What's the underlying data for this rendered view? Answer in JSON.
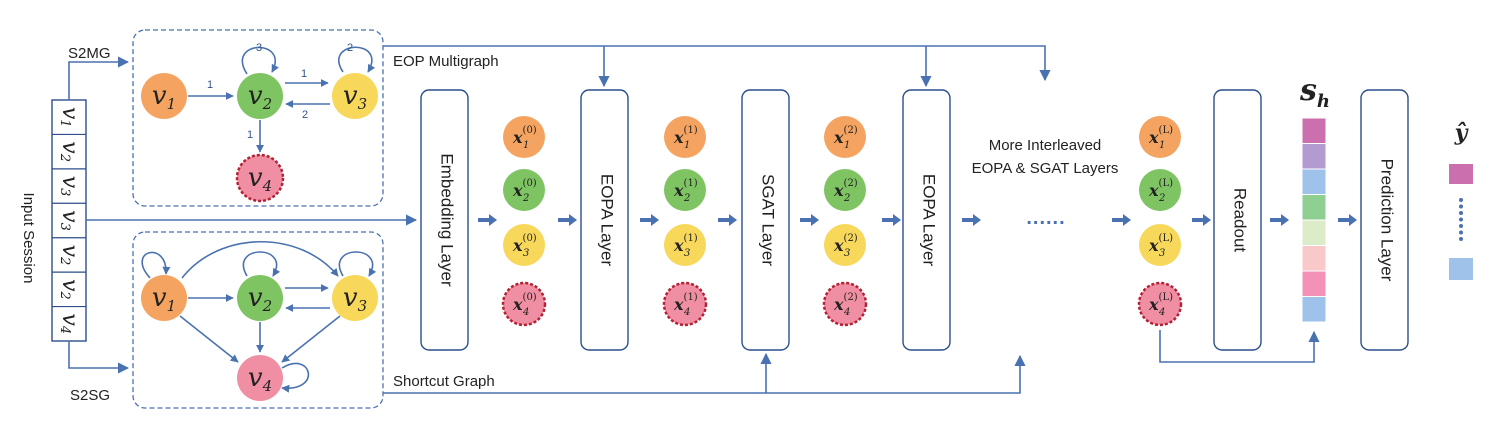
{
  "input": {
    "label": "Input Session",
    "items": [
      "v1",
      "v2",
      "v3",
      "v3",
      "v2",
      "v2",
      "v4"
    ],
    "s2mg_label": "S2MG",
    "s2sg_label": "S2SG"
  },
  "nodes": {
    "v1": {
      "base": "v",
      "sub": "1"
    },
    "v2": {
      "base": "v",
      "sub": "2"
    },
    "v3": {
      "base": "v",
      "sub": "3"
    },
    "v4": {
      "base": "v",
      "sub": "4"
    }
  },
  "eop_multigraph": {
    "label": "EOP Multigraph",
    "edge_labels": {
      "v1_v2": "1",
      "v2_v3": "1",
      "v3_v2": "2",
      "v2_v4": "1",
      "v2_self": "3",
      "v3_self": "2"
    }
  },
  "shortcut_graph": {
    "label": "Shortcut Graph"
  },
  "layers": {
    "embedding": "Embedding Layer",
    "eopa1": "EOPA Layer",
    "sgat": "SGAT Layer",
    "eopa2": "EOPA Layer",
    "readout": "Readout",
    "prediction": "Prediction Layer"
  },
  "more_layers_text": [
    "More Interleaved",
    "EOPA & SGAT Layers"
  ],
  "ellipsis": "......",
  "embeddings": {
    "base": "x",
    "columns": [
      {
        "sup": "(0)",
        "subs": [
          "1",
          "2",
          "3",
          "4"
        ]
      },
      {
        "sup": "(1)",
        "subs": [
          "1",
          "2",
          "3",
          "4"
        ]
      },
      {
        "sup": "(2)",
        "subs": [
          "1",
          "2",
          "3",
          "4"
        ]
      },
      {
        "sup": "(L)",
        "subs": [
          "1",
          "2",
          "3",
          "4"
        ]
      }
    ]
  },
  "session_repr": {
    "base": "s",
    "sub": "h"
  },
  "prediction_output": {
    "label": "ŷ"
  },
  "colors": {
    "edge": "#4a72b0",
    "node_v1": "#f4a460",
    "node_v2": "#7ec462",
    "node_v3": "#f7d85a",
    "node_v4": "#f08fa3",
    "node_v4_border": "#b22234",
    "sh_cells": [
      "#cc6fae",
      "#b39ad0",
      "#9ec2ea",
      "#8fcf92",
      "#dcebc8",
      "#f8c9c8",
      "#f392b6",
      "#9ec2ea"
    ],
    "yhat_top": "#cc6fae",
    "yhat_bottom": "#9ec2ea"
  }
}
